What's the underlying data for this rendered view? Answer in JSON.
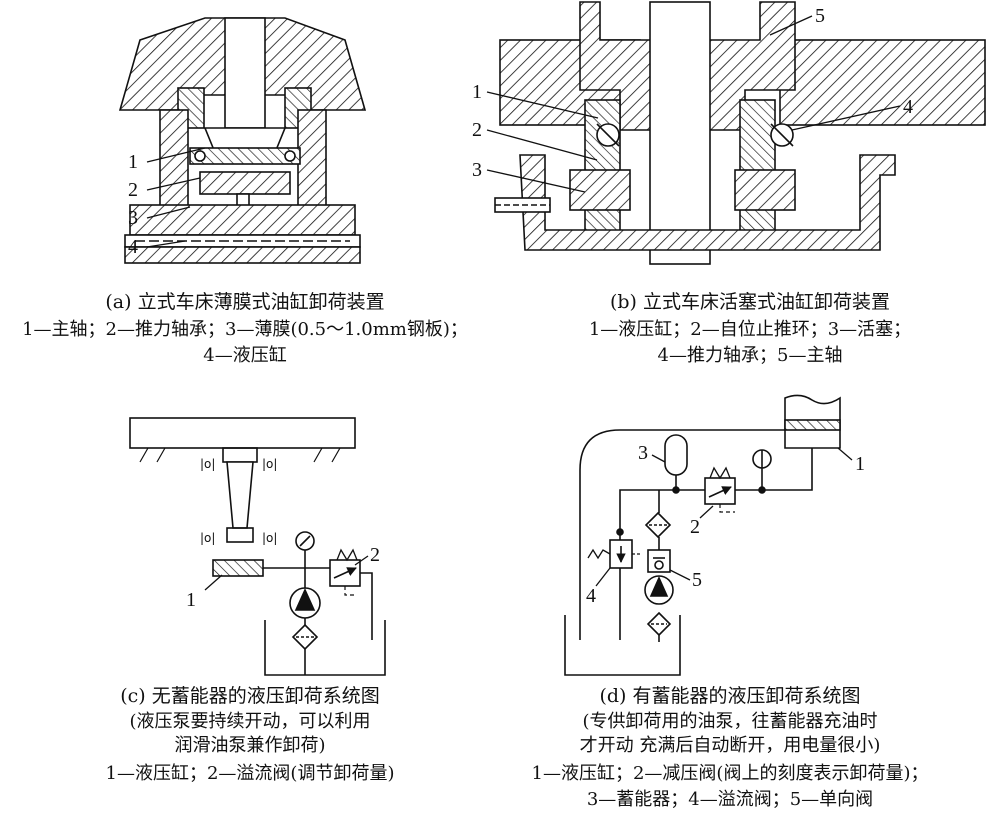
{
  "panel_a": {
    "title": "(a) 立式车床薄膜式油缸卸荷装置",
    "legend_line1": "1—主轴；2—推力轴承；3—薄膜(0.5～1.0mm钢板)；",
    "legend_line2": "4—液压缸",
    "callouts": [
      "1",
      "2",
      "3",
      "4"
    ]
  },
  "panel_b": {
    "title": "(b) 立式车床活塞式油缸卸荷装置",
    "legend_line1": "1—液压缸；2—自位止推环；3—活塞；",
    "legend_line2": "4—推力轴承；5—主轴",
    "callouts": [
      "1",
      "2",
      "3",
      "4",
      "5"
    ]
  },
  "panel_c": {
    "title": "(c) 无蓄能器的液压卸荷系统图",
    "note_line1": "(液压泵要持续开动，可以利用",
    "note_line2": "润滑油泵兼作卸荷)",
    "legend_line1": "1—液压缸；2—溢流阀(调节卸荷量)",
    "callouts": [
      "1",
      "2"
    ]
  },
  "panel_d": {
    "title": "(d) 有蓄能器的液压卸荷系统图",
    "note_line1": "(专供卸荷用的油泵，往蓄能器充油时",
    "note_line2": "才开动  充满后自动断开，用电量很小)",
    "legend_line1": "1—液压缸；2—减压阀(阀上的刻度表示卸荷量)；",
    "legend_line2": "3—蓄能器；4—溢流阀；5—单向阀",
    "callouts": [
      "1",
      "2",
      "3",
      "4",
      "5"
    ]
  },
  "colors": {
    "ink": "#111111",
    "paper": "#ffffff"
  }
}
